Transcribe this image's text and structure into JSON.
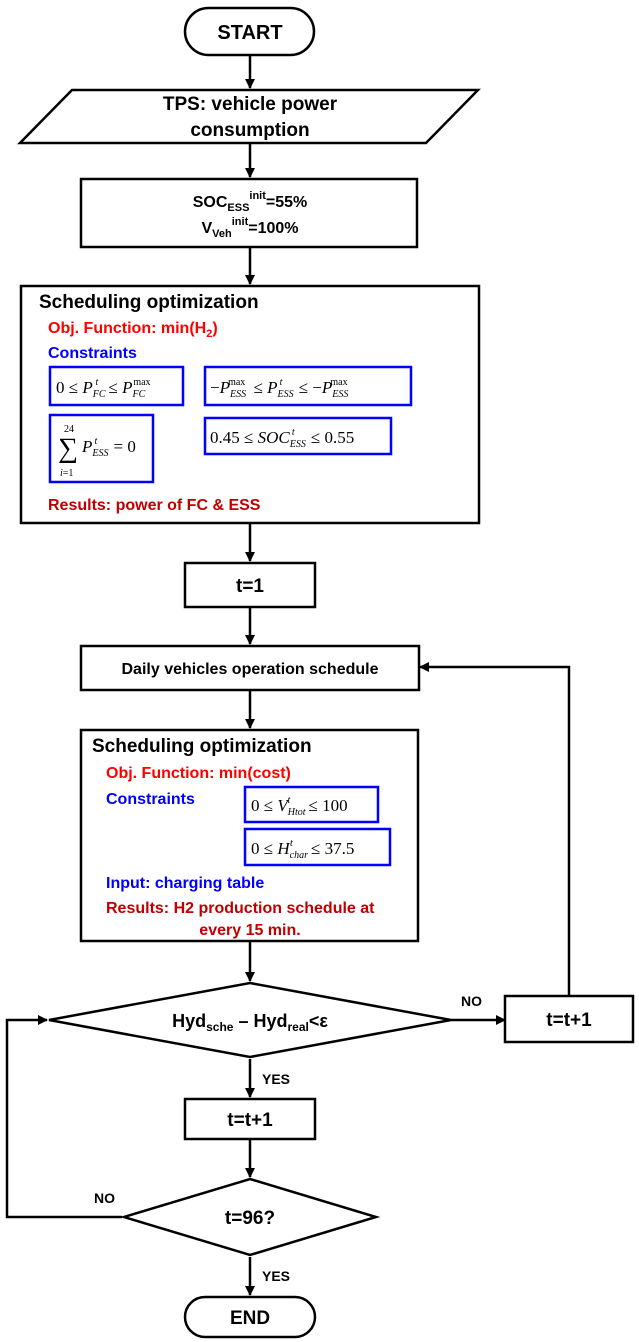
{
  "flowchart": {
    "start": "START",
    "input": {
      "line1": "TPS: vehicle power",
      "line2": "consumption"
    },
    "init": {
      "soc": {
        "base": "SOC",
        "sub": "ESS",
        "sup": "init",
        "rest": "=55%"
      },
      "veh": {
        "base": "V",
        "sub": "Veh",
        "sup": "init",
        "rest": "=100%"
      }
    },
    "opt1": {
      "title": "Scheduling optimization",
      "objective": {
        "prefix": "Obj. Function: min(H",
        "sub": "2",
        "suffix": ")"
      },
      "constraints_label": "Constraints",
      "c1": "0 ≤ P_FC^t ≤ P_FC^max",
      "c2": "−P_ESS^max ≤ P_ESS^t ≤ −P_ESS^max",
      "c3": "Σ_{i=1}^{24} P_ESS^t = 0",
      "c4": "0.45 ≤ SOC_ESS^t ≤ 0.55",
      "results": "Results: power of FC & ESS"
    },
    "t_init": "t=1",
    "daily": "Daily vehicles operation schedule",
    "opt2": {
      "title": "Scheduling optimization",
      "objective": "Obj. Function: min(cost)",
      "constraints_label": "Constraints",
      "c1": "0 ≤ V_Htot^t ≤ 100",
      "c2": "0 ≤ H_char^t ≤ 37.5",
      "input": "Input: charging table",
      "results_line1": "Results: H2 production schedule at",
      "results_line2": "every 15 min."
    },
    "decision1": {
      "a": "Hyd",
      "a_sub": "sche",
      "mid": " – Hyd",
      "b_sub": "real",
      "end": "<ε"
    },
    "no1": "NO",
    "yes1": "YES",
    "inc_right": "t=t+1",
    "inc_center": "t=t+1",
    "decision2": "t=96?",
    "no2": "NO",
    "yes2": "YES",
    "end": "END"
  },
  "colors": {
    "red": "#ff0000",
    "blue": "#0000ff",
    "darkred": "#c00000",
    "black": "#000000"
  }
}
